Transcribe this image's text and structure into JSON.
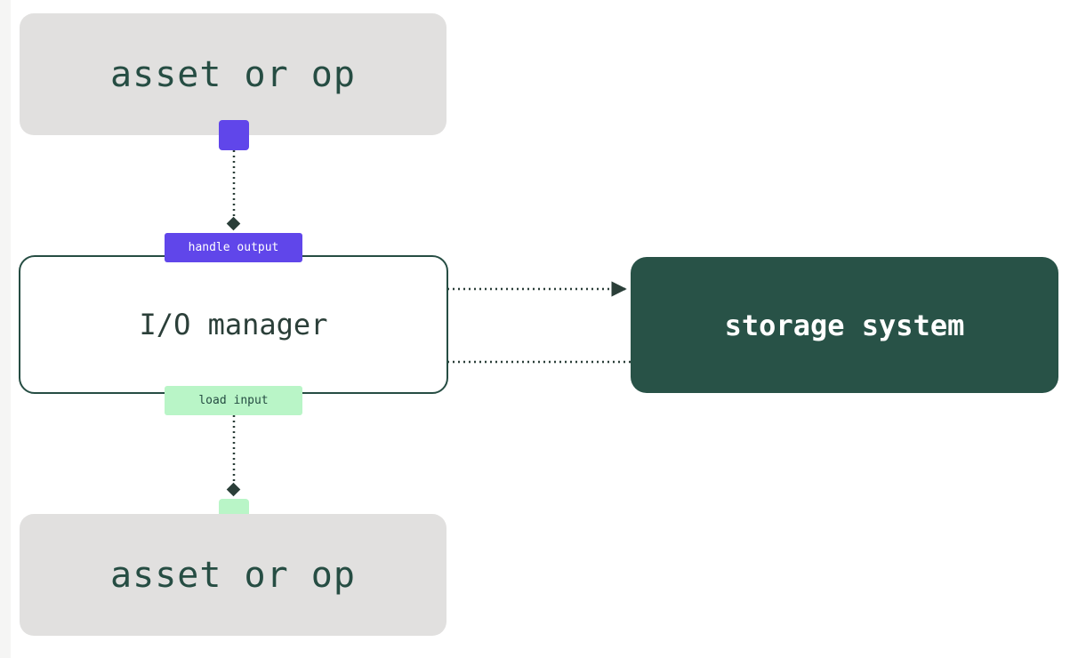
{
  "nodes": {
    "asset_top": {
      "label": "asset or op"
    },
    "io_manager": {
      "label": "I/O manager"
    },
    "storage": {
      "label": "storage system"
    },
    "asset_bottom": {
      "label": "asset or op"
    }
  },
  "tags": {
    "handle_output": "handle output",
    "load_input": "load input"
  },
  "colors": {
    "asset_fill": "#e1e0df",
    "text_dark": "#264d43",
    "storage_fill": "#285247",
    "output_purple": "#6046ea",
    "input_green": "#b9f5c7",
    "connector": "#2b3f39"
  }
}
